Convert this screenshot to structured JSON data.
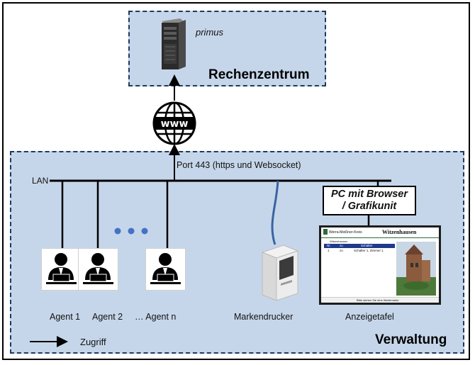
{
  "datacenter": {
    "title": "Rechenzentrum",
    "server_label": "primus"
  },
  "network": {
    "port_label": "Port 443 (https und Websocket)",
    "lan_label": "LAN",
    "ellipsis": "• • •"
  },
  "office": {
    "title": "Verwaltung"
  },
  "agents": [
    {
      "label": "Agent 1"
    },
    {
      "label": "Agent 2"
    },
    {
      "label": "… Agent n"
    }
  ],
  "devices": {
    "ticket_printer": "Markendrucker",
    "pc_box": {
      "line1": "PC mit Browser",
      "line2": "/ Grafikunit"
    },
    "display": {
      "label": "Anzeigetafel",
      "logo_text": "Werra-Meißner-Kreis",
      "location": "Witzenhausen",
      "subheader": "Witzenhausen",
      "columns": [
        "Nr.",
        "zu",
        "Schalter"
      ],
      "row": [
        "1",
        "zu",
        "Schalter 1, Zimmer 1"
      ],
      "footer": "Bitte stehen Sie eine Wartemarke"
    }
  },
  "legend": {
    "arrow_label": "Zugriff"
  },
  "colors": {
    "zone_fill": "#c6d6ea",
    "zone_border": "#1f3a5c",
    "cable_blue": "#3a64a0",
    "dots_blue": "#4472c4"
  },
  "icons": {
    "server": "server-tower-icon",
    "globe": "www-globe-icon",
    "agent": "agent-at-desk-icon",
    "printer": "ticket-printer-icon"
  }
}
